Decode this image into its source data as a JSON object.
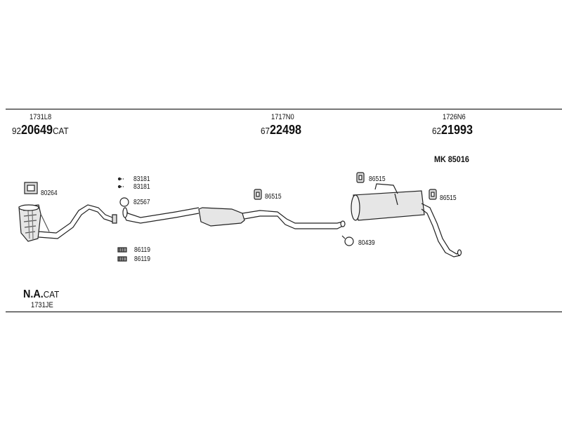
{
  "sections": [
    {
      "code": "1731L8",
      "prefix": "92",
      "number": "20649",
      "suffix": "CAT"
    },
    {
      "code": "1717N0",
      "prefix": "67",
      "number": "22498",
      "suffix": ""
    },
    {
      "code": "1726N6",
      "prefix": "62",
      "number": "21993",
      "suffix": "",
      "extra": "MK  85016"
    }
  ],
  "parts": {
    "p80264": "80264",
    "p83181a": "83181",
    "p83181b": "83181",
    "p82567": "82567",
    "p86119a": "86119",
    "p86119b": "86119",
    "p86515a": "86515",
    "p86515b": "86515",
    "p86515c": "86515",
    "p80439": "80439"
  },
  "footer": {
    "title_bold": "N.A.",
    "title_suffix": "CAT",
    "code": "1731JE"
  }
}
